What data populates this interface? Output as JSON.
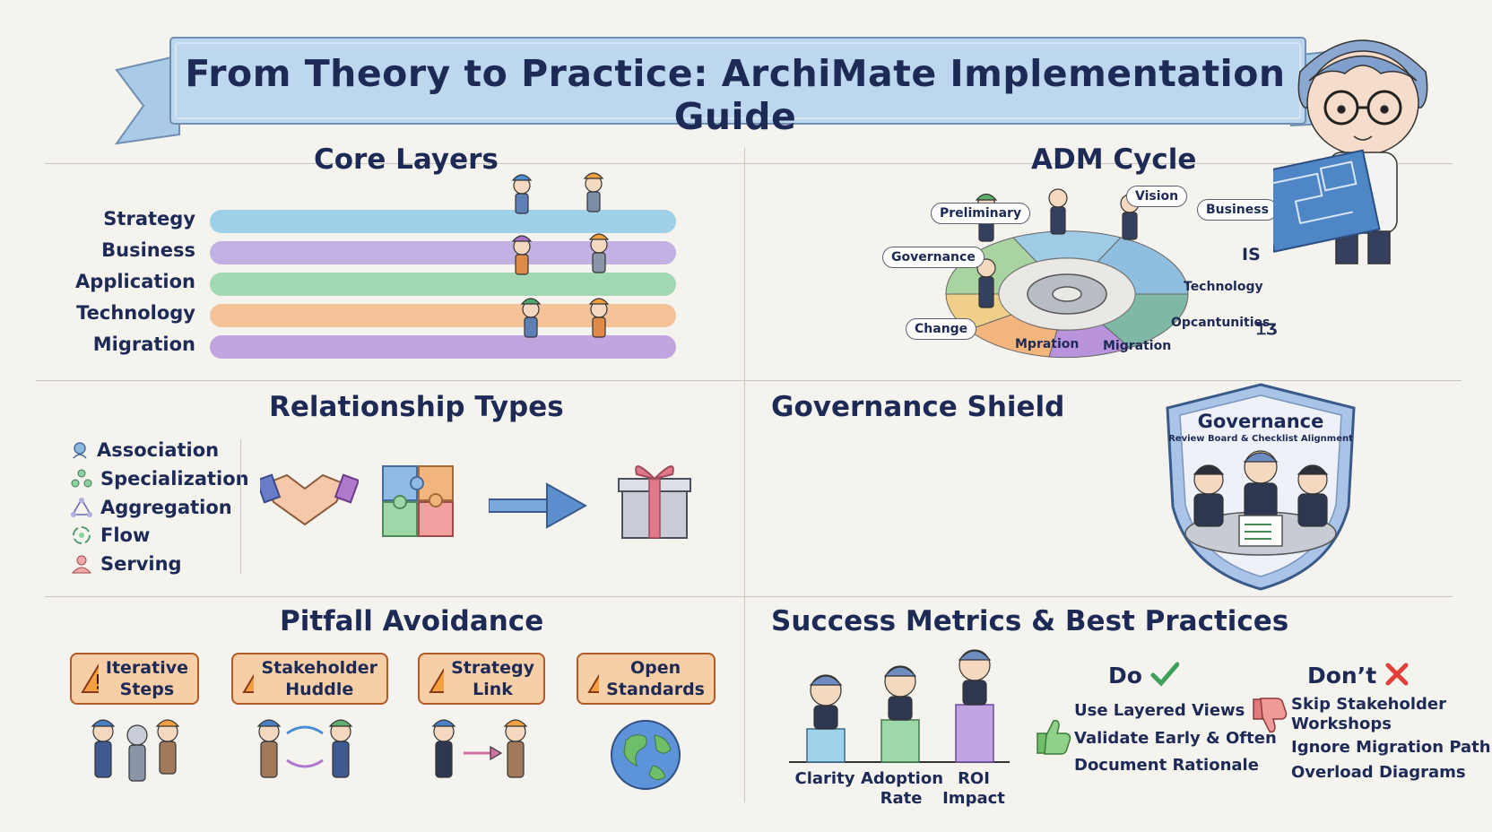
{
  "title": "From Theory to Practice: ArchiMate Implementation Guide",
  "core_layers": {
    "heading": "Core Layers",
    "layers": [
      {
        "label": "Strategy",
        "color": "#8fc9e6"
      },
      {
        "label": "Business",
        "color": "#b7a6e0"
      },
      {
        "label": "Application",
        "color": "#93d3a8"
      },
      {
        "label": "Technology",
        "color": "#f6b98a"
      },
      {
        "label": "Migration",
        "color": "#b995dc"
      }
    ]
  },
  "adm_cycle": {
    "heading": "ADM Cycle",
    "bubbles": [
      "Preliminary",
      "Vision",
      "Business",
      "Governance",
      "Change"
    ],
    "segments": [
      "Technology",
      "Opcantunities",
      "Mpration",
      "Migration"
    ],
    "stray": [
      "IS",
      "ꞮƷ"
    ]
  },
  "relationships": {
    "heading": "Relationship Types",
    "items": [
      {
        "label": "Association",
        "icon": "association-icon"
      },
      {
        "label": "Specialization",
        "icon": "specialization-icon"
      },
      {
        "label": "Aggregation",
        "icon": "aggregation-icon"
      },
      {
        "label": "Flow",
        "icon": "flow-icon"
      },
      {
        "label": "Serving",
        "icon": "serving-icon"
      }
    ]
  },
  "governance": {
    "heading": "Governance Shield",
    "shield_title": "Governance",
    "shield_subtitle": "Review Board & Checklist Alignment"
  },
  "pitfalls": {
    "heading": "Pitfall Avoidance",
    "items": [
      {
        "line1": "Iterative",
        "line2": "Steps"
      },
      {
        "line1": "Stakeholder",
        "line2": "Huddle"
      },
      {
        "line1": "Strategy",
        "line2": "Link"
      },
      {
        "line1": "Open",
        "line2": "Standards"
      }
    ]
  },
  "success": {
    "heading": "Success Metrics & Best Practices",
    "metrics": [
      {
        "line1": "Clarity",
        "line2": "",
        "color": "#9fd3ea"
      },
      {
        "line1": "Adoption",
        "line2": "Rate",
        "color": "#9fd8a8"
      },
      {
        "line1": "ROI",
        "line2": "Impact",
        "color": "#c2a4e2"
      }
    ],
    "do_heading": "Do",
    "do_items": [
      "Use Layered Views",
      "Validate Early & Often",
      "Document Rationale"
    ],
    "dont_heading": "Don’t",
    "dont_items": [
      "Skip Stakeholder",
      "Workshops",
      "Ignore Migration Path",
      "Overload Diagrams"
    ]
  }
}
